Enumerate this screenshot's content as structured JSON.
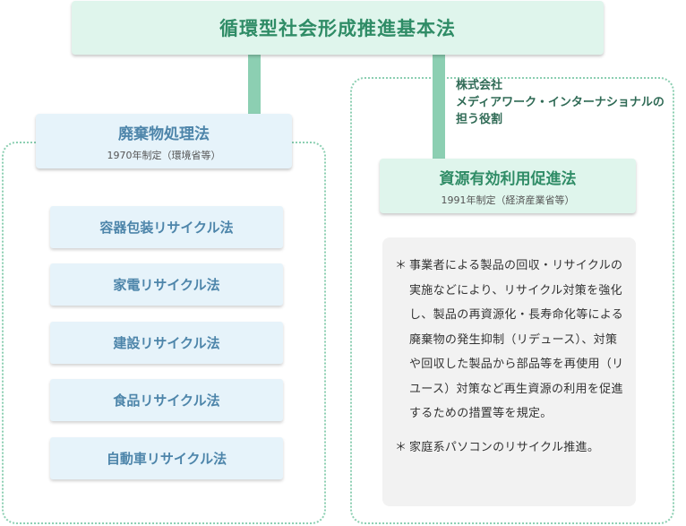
{
  "main_title": "循環型社会形成推進基本法",
  "left_law": {
    "title": "廃棄物処理法",
    "subtitle": "1970年制定（環境省等）"
  },
  "right_law": {
    "title": "資源有効利用促進法",
    "subtitle": "1991年制定（経済産業省等）"
  },
  "sub_laws": [
    "容器包装リサイクル法",
    "家電リサイクル法",
    "建設リサイクル法",
    "食品リサイクル法",
    "自動車リサイクル法"
  ],
  "side_label": [
    "株式会社",
    "メディアワーク・インターナショナルの",
    "担う役割"
  ],
  "notes": {
    "marker": "＊",
    "items": [
      "事業者による製品の回収・リサイクルの実施などにより、リサイクル対策を強化し、製品の再資源化・長寿命化等による廃棄物の発生抑制（リデュース）、対策や回収した製品から部品等を再使用（リユース）対策など再生資源の利用を促進するための措置等を規定。",
      "家庭系パソコンのリサイクル推進。"
    ]
  },
  "colors": {
    "green_accent": "#2f8c66",
    "green_light": "#dff5ec",
    "connector": "#8ccfb2",
    "blue_accent": "#4d85aa",
    "blue_light": "#e6f3fa",
    "note_bg": "#f2f2f2"
  }
}
